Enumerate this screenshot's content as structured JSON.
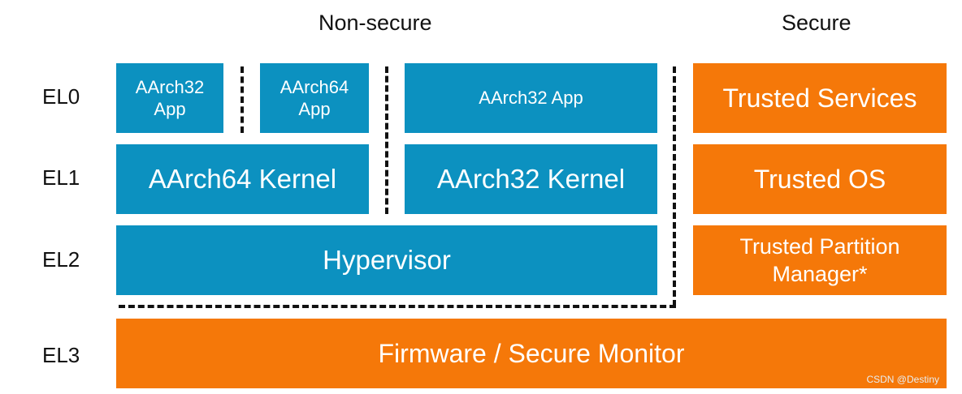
{
  "headers": {
    "non_secure": "Non-secure",
    "secure": "Secure"
  },
  "exception_levels": {
    "el0": "EL0",
    "el1": "EL1",
    "el2": "EL2",
    "el3": "EL3"
  },
  "non_secure": {
    "el0_apps": [
      {
        "line1": "AArch32",
        "line2": "App"
      },
      {
        "line1": "AArch64",
        "line2": "App"
      },
      {
        "line1": "AArch32 App"
      }
    ],
    "el1_kernels": [
      "AArch64 Kernel",
      "AArch32 Kernel"
    ],
    "el2_hypervisor": "Hypervisor"
  },
  "secure": {
    "el0": "Trusted Services",
    "el1": "Trusted OS",
    "el2_line1": "Trusted Partition",
    "el2_line2": "Manager*"
  },
  "el3_firmware": "Firmware / Secure Monitor",
  "watermark": "CSDN @Destiny",
  "colors": {
    "non_secure_blue": "#0c91c0",
    "secure_orange": "#f57809",
    "divider": "#111111"
  }
}
